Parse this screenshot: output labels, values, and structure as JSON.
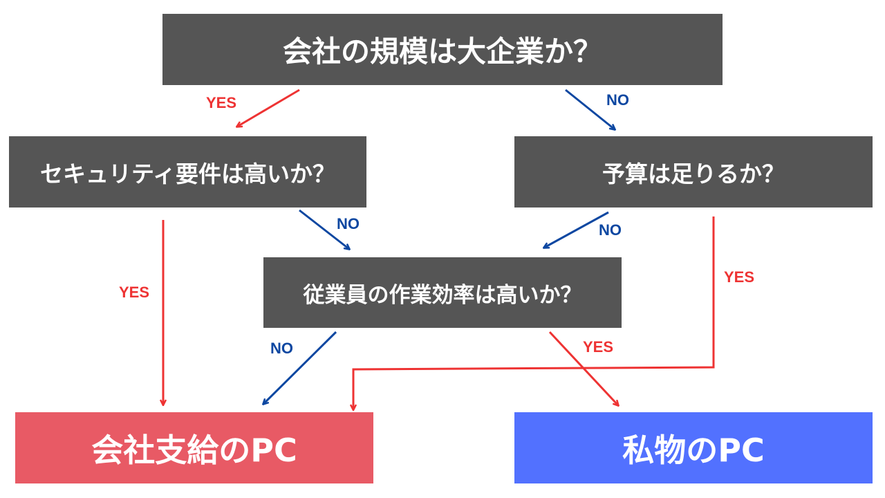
{
  "colors": {
    "question_box": "#555555",
    "company_pc": "#E85A65",
    "personal_pc": "#5271FF",
    "yes_arrow": "#EE3333",
    "no_arrow": "#0D47A1",
    "text": "#FFFFFF"
  },
  "nodes": {
    "q_company_size": "会社の規模は大企業か？",
    "q_security": "セキュリティ要件は高いか？",
    "q_budget": "予算は足りるか？",
    "q_efficiency": "従業員の作業効率は高いか？",
    "result_company_pc": "会社支給のPC",
    "result_personal_pc": "私物のPC"
  },
  "labels": {
    "yes": "YES",
    "no": "NO"
  }
}
